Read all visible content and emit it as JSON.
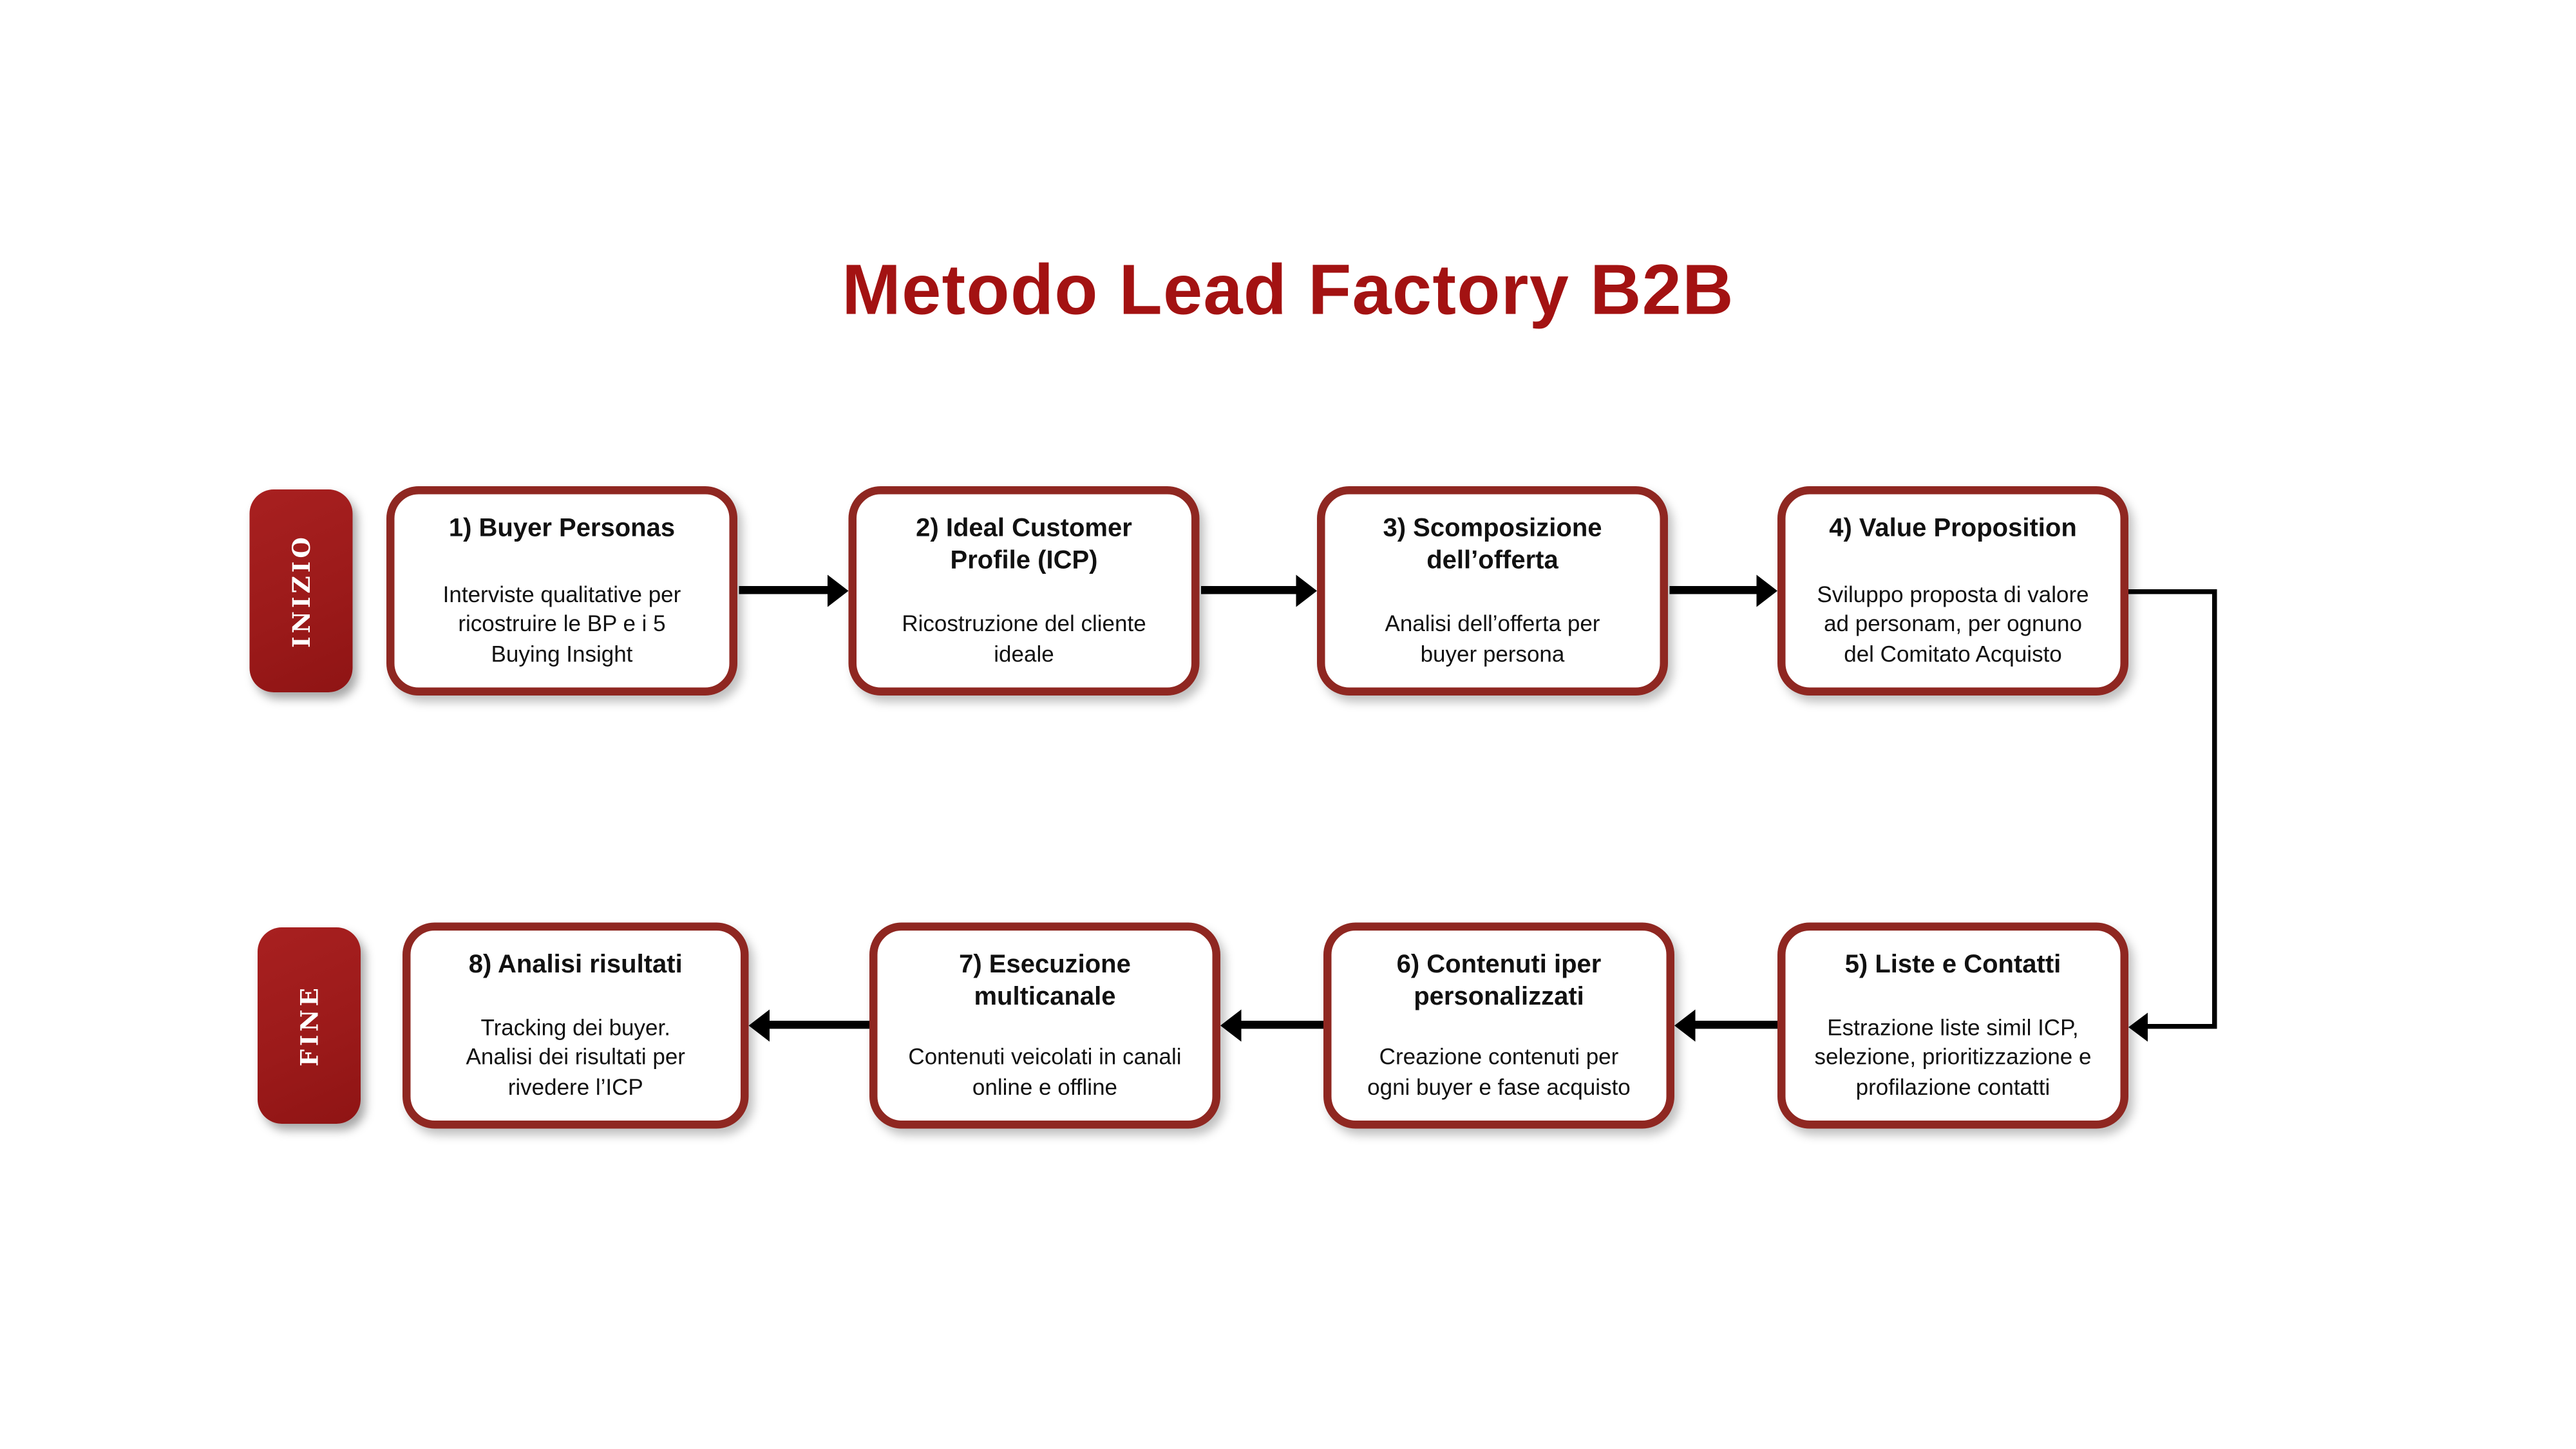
{
  "title": "Metodo Lead Factory B2B",
  "terminals": {
    "start": "INIZIO",
    "end": "FINE"
  },
  "steps": [
    {
      "title": "1) Buyer Personas",
      "description": "Interviste qualitative per\nricostruire le BP e i 5\nBuying Insight"
    },
    {
      "title": "2) Ideal Customer\nProfile (ICP)",
      "description": "Ricostruzione del cliente\nideale"
    },
    {
      "title": "3) Scomposizione\ndell’offerta",
      "description": "Analisi dell’offerta per\nbuyer persona"
    },
    {
      "title": "4) Value Proposition",
      "description": "Sviluppo proposta di valore\nad personam, per ognuno\ndel Comitato Acquisto"
    },
    {
      "title": "5) Liste e Contatti",
      "description": "Estrazione liste simil ICP,\nselezione, prioritizzazione e\nprofilazione contatti"
    },
    {
      "title": "6) Contenuti iper\npersonalizzati",
      "description": "Creazione contenuti per\nogni buyer e fase acquisto"
    },
    {
      "title": "7) Esecuzione\nmulticanale",
      "description": "Contenuti veicolati in canali\nonline e offline"
    },
    {
      "title": "8) Analisi risultati",
      "description": "Tracking dei buyer.\nAnalisi dei risultati per\nrivedere l’ICP"
    }
  ],
  "colors": {
    "title_red": "#A31212",
    "terminal_fill": "#9C1A1A",
    "box_border": "#8F2721",
    "arrow": "#000000",
    "background": "#FFFFFF"
  }
}
